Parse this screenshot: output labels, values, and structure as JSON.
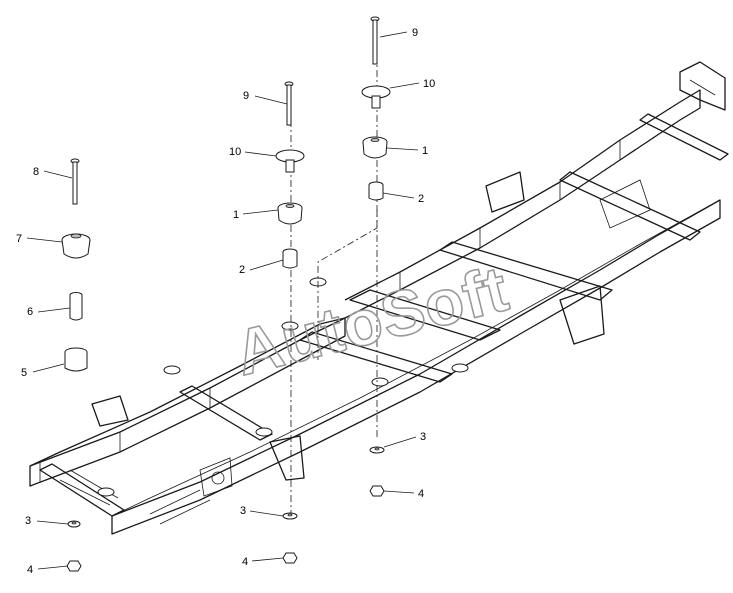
{
  "watermark": "AutoSoft",
  "callouts": [
    {
      "id": "c8",
      "label": "8"
    },
    {
      "id": "c7",
      "label": "7"
    },
    {
      "id": "c6",
      "label": "6"
    },
    {
      "id": "c5",
      "label": "5"
    },
    {
      "id": "c3a",
      "label": "3"
    },
    {
      "id": "c4a",
      "label": "4"
    },
    {
      "id": "c9a",
      "label": "9"
    },
    {
      "id": "c10a",
      "label": "10"
    },
    {
      "id": "c1a",
      "label": "1"
    },
    {
      "id": "c2a",
      "label": "2"
    },
    {
      "id": "c3b",
      "label": "3"
    },
    {
      "id": "c4b",
      "label": "4"
    },
    {
      "id": "c9b",
      "label": "9"
    },
    {
      "id": "c10b",
      "label": "10"
    },
    {
      "id": "c1b",
      "label": "1"
    },
    {
      "id": "c2b",
      "label": "2"
    },
    {
      "id": "c3c",
      "label": "3"
    },
    {
      "id": "c4c",
      "label": "4"
    }
  ]
}
